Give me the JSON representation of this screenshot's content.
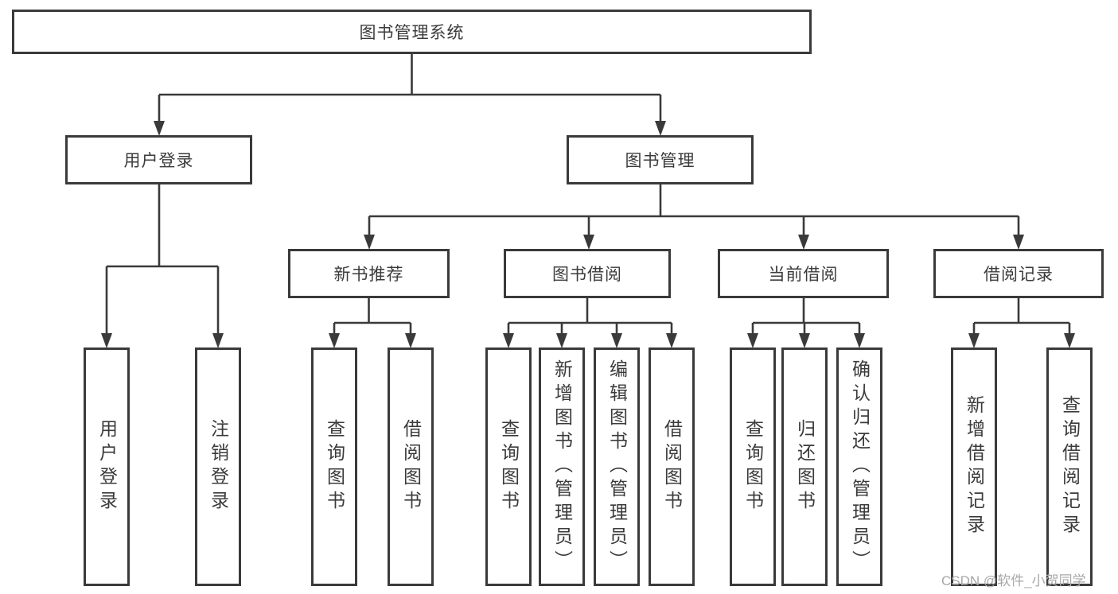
{
  "tree": {
    "root": {
      "label": "图书管理系统",
      "children": [
        {
          "label": "用户登录",
          "children": [
            {
              "label": "用户登录"
            },
            {
              "label": "注销登录"
            }
          ]
        },
        {
          "label": "图书管理",
          "children": [
            {
              "label": "新书推荐",
              "children": [
                {
                  "label": "查询图书"
                },
                {
                  "label": "借阅图书"
                }
              ]
            },
            {
              "label": "图书借阅",
              "children": [
                {
                  "label": "查询图书"
                },
                {
                  "label": "新增图书（管理员）"
                },
                {
                  "label": "编辑图书（管理员）"
                },
                {
                  "label": "借阅图书"
                }
              ]
            },
            {
              "label": "当前借阅",
              "children": [
                {
                  "label": "查询图书"
                },
                {
                  "label": "归还图书"
                },
                {
                  "label": "确认归还（管理员）"
                }
              ]
            },
            {
              "label": "借阅记录",
              "children": [
                {
                  "label": "新增借阅记录"
                },
                {
                  "label": "查询借阅记录"
                }
              ]
            }
          ]
        }
      ]
    }
  },
  "colors": {
    "line": "#3a3a3a",
    "box_border": "#3a3a3a",
    "text": "#3b3b3b",
    "watermark": "#a8a8a8"
  },
  "watermark": "CSDN @软件_小贺同学"
}
